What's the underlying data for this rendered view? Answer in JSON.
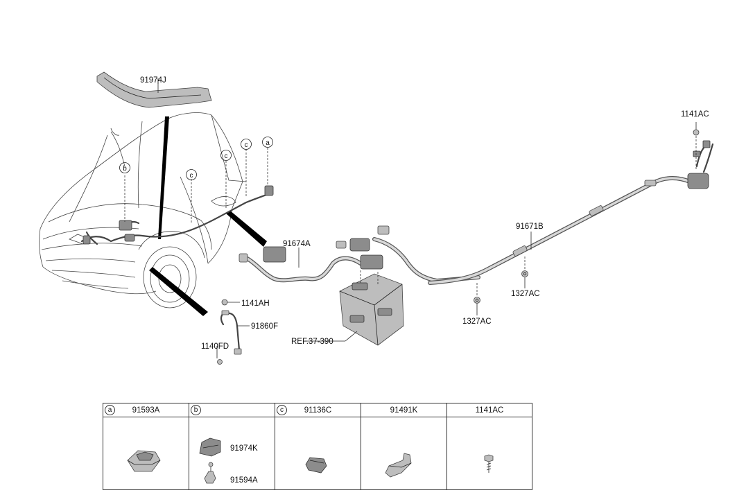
{
  "callouts": {
    "p91974J": "91974J",
    "p1141AC_top": "1141AC",
    "p91671B": "91671B",
    "p91674A": "91674A",
    "p1327AC_right": "1327AC",
    "p1327AC_left": "1327AC",
    "p1141AH": "1141AH",
    "p91860F": "91860F",
    "p1140FD": "1140FD",
    "ref": "REF.37-390"
  },
  "circle_labels": {
    "a": "a",
    "b": "b",
    "c1": "c",
    "c2": "c",
    "c3": "c"
  },
  "legend": {
    "headers": [
      {
        "circle": "a",
        "part": "91593A"
      },
      {
        "circle": "b",
        "part": ""
      },
      {
        "circle": "c",
        "part": "91136C"
      },
      {
        "circle": "",
        "part": "91491K"
      },
      {
        "circle": "",
        "part": "1141AC"
      }
    ],
    "b_parts": [
      "91974K",
      "91594A"
    ]
  }
}
